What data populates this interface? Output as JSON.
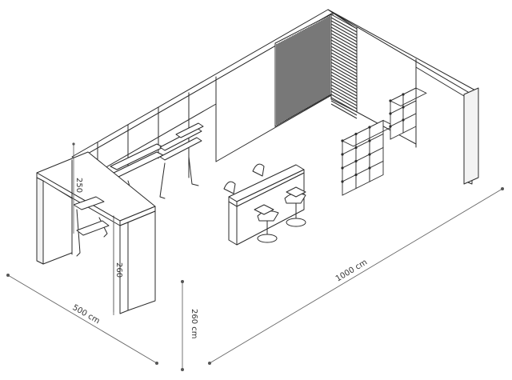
{
  "dimensions": {
    "width_label": "1000 cm",
    "depth_label": "500 cm",
    "height_label": "260 cm",
    "column_height_label": "260",
    "column_width_label": "250"
  },
  "icons": [
    "booth-walls",
    "slatted-wall",
    "shelving-unit",
    "cube-display-rack",
    "bar-counter",
    "bar-stool",
    "corner-column"
  ]
}
